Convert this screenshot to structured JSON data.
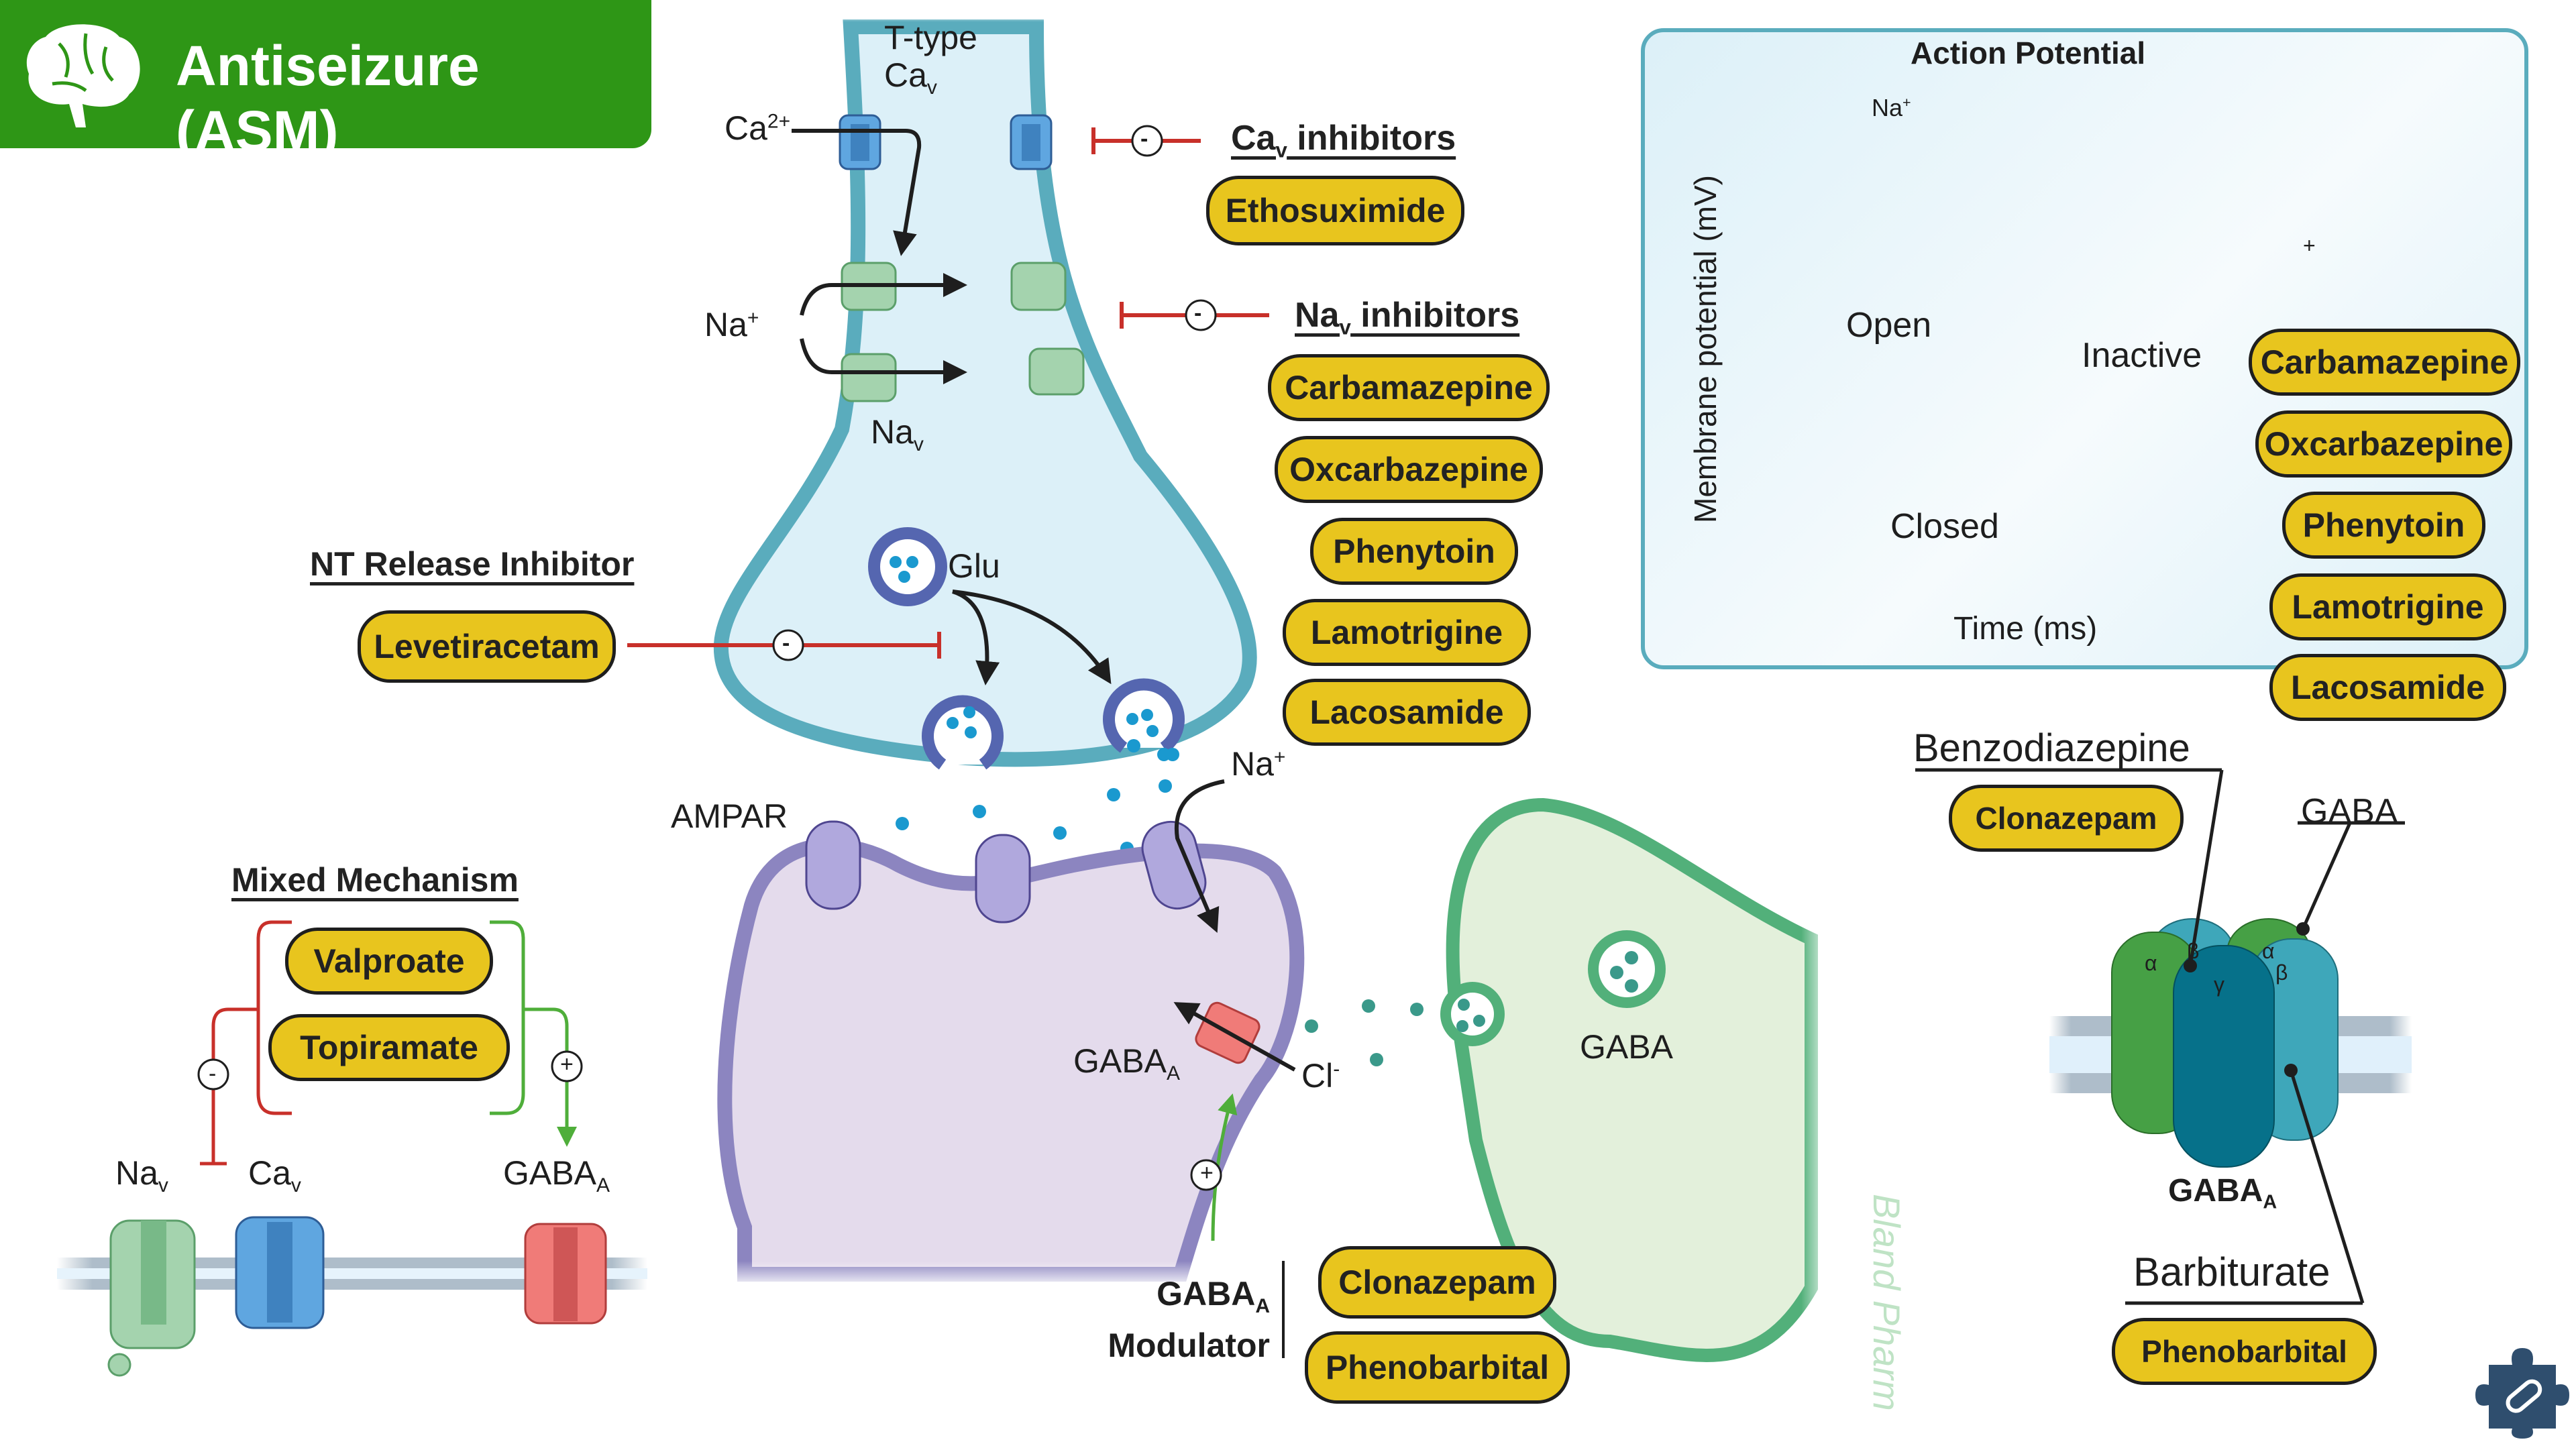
{
  "header": {
    "title": "Antiseizure (ASM)",
    "icon": "brain-icon",
    "color": "#2e9616"
  },
  "presynaptic": {
    "channel_top_label_line1": "T-type",
    "channel_top_label_line2": "Ca",
    "channel_top_label_sub": "v",
    "ca_ion": "Ca",
    "ca_ion_sup": "2+",
    "na_ion": "Na",
    "na_ion_sup": "+",
    "nav_label": "Na",
    "nav_sub": "v",
    "vesicle_label": "Glu"
  },
  "cav_inhibitors": {
    "heading": "Ca",
    "heading_sub": "v",
    "heading_rest": " inhibitors",
    "inhibit_symbol": "-",
    "drugs": [
      "Ethosuximide"
    ]
  },
  "nav_inhibitors": {
    "heading": "Na",
    "heading_sub": "v",
    "heading_rest": " inhibitors",
    "inhibit_symbol": "-",
    "drugs": [
      "Carbamazepine",
      "Oxcarbazepine",
      "Phenytoin",
      "Lamotrigine",
      "Lacosamide"
    ]
  },
  "nt_release": {
    "heading": "NT Release Inhibitor",
    "inhibit_symbol": "-",
    "drugs": [
      "Levetiracetam"
    ]
  },
  "postsynaptic": {
    "ampar_label": "AMPAR",
    "na_ion": "Na",
    "na_ion_sup": "+",
    "gabaa_label": "GABA",
    "gabaa_sub": "A",
    "cl_ion": "Cl",
    "cl_ion_sup": "-",
    "gaba_label": "GABA"
  },
  "gabaa_modulator": {
    "heading_line1": "GABA",
    "heading_sub": "A",
    "heading_line2": "Modulator",
    "enhance_symbol": "+",
    "drugs": [
      "Clonazepam",
      "Phenobarbital"
    ]
  },
  "mixed_mechanism": {
    "heading": "Mixed Mechanism",
    "drugs": [
      "Valproate",
      "Topiramate"
    ],
    "inhibit_symbol": "-",
    "enhance_symbol": "+",
    "channels": [
      {
        "label": "Na",
        "sub": "v"
      },
      {
        "label": "Ca",
        "sub": "v"
      },
      {
        "label": "GABA",
        "sub": "A"
      }
    ]
  },
  "action_potential": {
    "title": "Action Potential",
    "ylabel": "Membrane potential (mV)",
    "xlabel": "Time (ms)",
    "states": {
      "open": "Open",
      "closed": "Closed",
      "inactive": "Inactive",
      "na_ion": "Na",
      "na_ion_sup": "+"
    },
    "enhance_symbol": "+",
    "drugs": [
      "Carbamazepine",
      "Oxcarbazepine",
      "Phenytoin",
      "Lamotrigine",
      "Lacosamide"
    ]
  },
  "gabaa_receptor": {
    "benzo_label": "Benzodiazepine",
    "benzo_drug": "Clonazepam",
    "gaba_label": "GABA",
    "receptor_label": "GABA",
    "receptor_sub": "A",
    "barb_label": "Barbiturate",
    "barb_drug": "Phenobarbital",
    "subunits": [
      "β",
      "α",
      "α",
      "β",
      "γ"
    ],
    "watermark": "Bland Pharm"
  },
  "colors": {
    "pill": "#e8c51e",
    "inhibit": "#c8302a",
    "enhance": "#4fae3a",
    "presynaptic_membrane": "#5aacbd",
    "postsynaptic_membrane": "#8c85c0",
    "gaba_neuron": "#52b07a",
    "ap_curve": "#d8171b"
  },
  "logo": {
    "icon": "puzzle-pill-icon"
  }
}
